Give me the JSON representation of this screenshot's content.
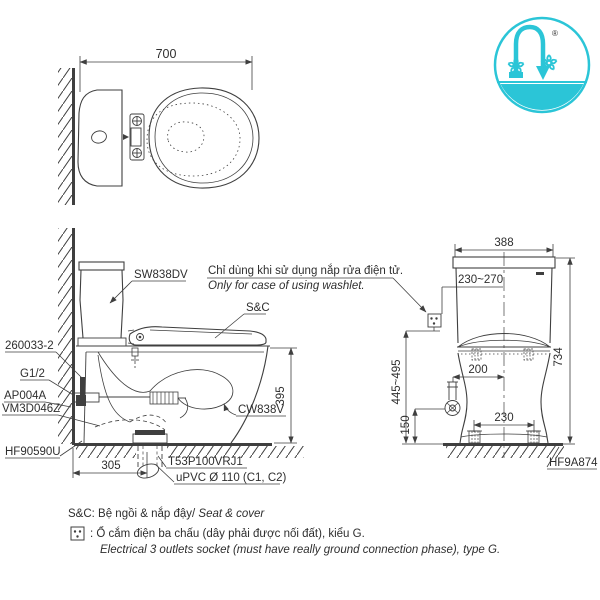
{
  "colors": {
    "line": "#3f3f3f",
    "text": "#2e2e2e",
    "logo_accent": "#2bc5d7"
  },
  "logo": {
    "registered": "®"
  },
  "top_view": {
    "width_dim": "700"
  },
  "side_view": {
    "tank_label": "SW838DV",
    "seat_label": "S&C",
    "bowl_label": "CW838V",
    "note_vi": "Chỉ dùng khi sử dụng nắp rửa điện tử.",
    "note_en": "Only for case of using washlet.",
    "part_labels": [
      "260033-2",
      "G1/2",
      "AP004A",
      "VM3D046Z",
      "HF90590U"
    ],
    "height_dim": "395",
    "offset_dim": "305",
    "outlet_label": "T53P100VRJ1",
    "pipe_label": "uPVC Ø 110 (C1, C2)"
  },
  "rear_view": {
    "width_dim": "388",
    "socket_offset_dim": "230~270",
    "height_dim": "734",
    "socket_height_dim": "445~495",
    "supply_offset_dim": "200",
    "supply_height_dim": "150",
    "bolt_span_dim": "230",
    "floor_set_label": "HF9A874"
  },
  "footnotes": {
    "seat_vi": "S&C: Bệ ngồi & nắp đậy/",
    "seat_en": " Seat & cover",
    "socket_vi": ": Ổ cắm điện ba chấu (dây phải được nối đất), kiểu G.",
    "socket_en": "Electrical 3 outlets socket (must have really ground connection phase), type G."
  }
}
